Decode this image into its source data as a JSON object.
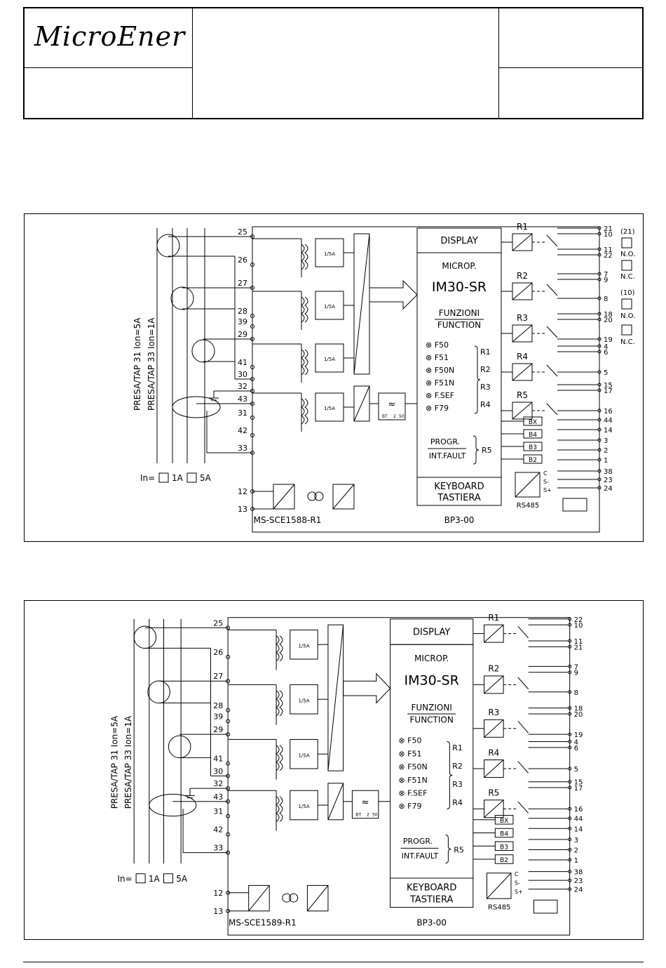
{
  "header": {
    "logo": "MicroEner"
  },
  "common": {
    "display": "DISPLAY",
    "microp": "MICROP.",
    "model": "IM30-SR",
    "funzioni": "FUNZIONI",
    "function": "FUNCTION",
    "functions": [
      "F50",
      "F51",
      "F50N",
      "F51N",
      "F.SEF",
      "F79"
    ],
    "func_relays": [
      "R1",
      "R2",
      "R3",
      "R4"
    ],
    "progr": "PROGR.",
    "intfault": "INT.FAULT",
    "progr_relay": "R5",
    "keyboard": "KEYBOARD",
    "tastiera": "TASTIERA",
    "board": "BP3-00",
    "rs485": "RS485",
    "ct_ratio": "1/5A",
    "filter": [
      "BT",
      "2",
      "50"
    ],
    "relays": [
      "R1",
      "R2",
      "R3",
      "R4",
      "R5"
    ],
    "inputs": [
      "BX",
      "B4",
      "B3",
      "B2"
    ],
    "rs_pins": [
      "C",
      "S-",
      "S+"
    ],
    "left_terms": [
      "25",
      "26",
      "27",
      "28",
      "39",
      "29",
      "41",
      "30",
      "32",
      "43",
      "31",
      "42",
      "33"
    ],
    "aux_terms": [
      "12",
      "13"
    ],
    "in_label": "In=",
    "in_1a": "1A",
    "in_5a": "5A",
    "presa1": "PRESA/TAP 31  Ion=5A",
    "presa2": "PRESA/TAP 33  Ion=1A"
  },
  "diagrams": [
    {
      "code": "MS-SCE1588-R1",
      "right_terms": [
        "21",
        "10",
        "11",
        "22",
        "7",
        "9",
        "8",
        "18",
        "20",
        "19",
        "4",
        "6",
        "5",
        "15",
        "17",
        "16",
        "44",
        "14",
        "3",
        "2",
        "1",
        "38",
        "23",
        "24"
      ],
      "legend": [
        "(21)",
        "N.O.",
        "N.C.",
        "(10)",
        "N.O.",
        "N.C."
      ]
    },
    {
      "code": "MS-SCE1589-R1",
      "right_terms": [
        "22",
        "10",
        "11",
        "21",
        "7",
        "9",
        "8",
        "18",
        "20",
        "19",
        "4",
        "6",
        "5",
        "15",
        "17",
        "16",
        "44",
        "14",
        "3",
        "2",
        "1",
        "38",
        "23",
        "24"
      ],
      "legend": []
    }
  ]
}
